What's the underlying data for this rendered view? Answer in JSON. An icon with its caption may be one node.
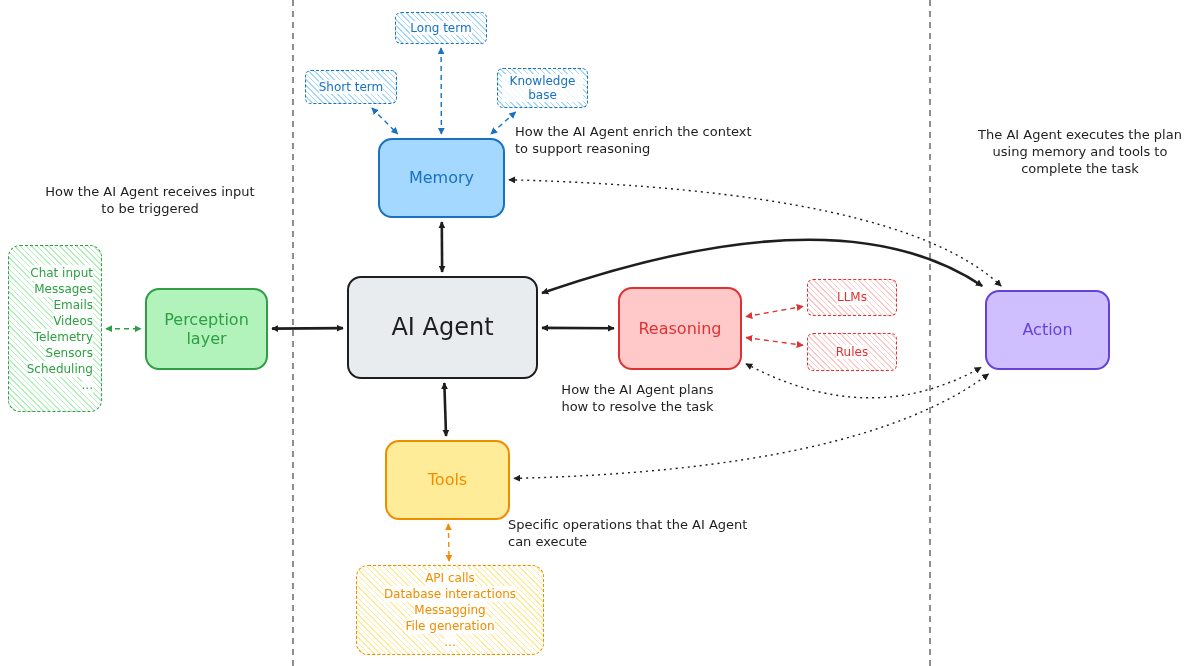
{
  "diagram": {
    "nodes": [
      {
        "text": [
          "Long term"
        ]
      },
      {
        "text": [
          "Short term"
        ]
      },
      {
        "text": [
          "Knowledge base"
        ]
      },
      {
        "text": [
          "Memory"
        ]
      },
      {
        "text": [
          "Chat input",
          "Messages",
          "Emails",
          "Videos",
          "Telemetry",
          "Sensors",
          "Scheduling",
          "..."
        ]
      },
      {
        "text": [
          "Perception layer"
        ]
      },
      {
        "text": [
          "AI Agent"
        ]
      },
      {
        "text": [
          "Reasoning"
        ]
      },
      {
        "text": [
          "LLMs"
        ]
      },
      {
        "text": [
          "Rules"
        ]
      },
      {
        "text": [
          "Action"
        ]
      },
      {
        "text": [
          "Tools"
        ]
      },
      {
        "text": [
          "API calls",
          "Database interactions",
          "Messagging",
          "File generation",
          "..."
        ]
      }
    ],
    "edges": [
      {
        "from": 0,
        "to": 3,
        "arrow": "both",
        "style": "dashed",
        "color": "#1971c2"
      },
      {
        "from": 1,
        "to": 3,
        "arrow": "both",
        "style": "dashed",
        "color": "#1971c2"
      },
      {
        "from": 2,
        "to": 3,
        "arrow": "both",
        "style": "dashed",
        "color": "#1971c2"
      },
      {
        "from": 3,
        "to": 6,
        "arrow": "both"
      },
      {
        "from": 4,
        "to": 5,
        "arrow": "both",
        "style": "dashed",
        "color": "#2f9e44"
      },
      {
        "from": 5,
        "to": 6,
        "arrow": "both"
      },
      {
        "from": 6,
        "to": 7,
        "arrow": "both"
      },
      {
        "from": 7,
        "to": 8,
        "arrow": "both",
        "style": "dashed",
        "color": "#e03131"
      },
      {
        "from": 7,
        "to": 9,
        "arrow": "both",
        "style": "dashed",
        "color": "#e03131"
      },
      {
        "from": 6,
        "to": 11,
        "arrow": "both"
      },
      {
        "from": 11,
        "to": 12,
        "arrow": "both",
        "style": "dashed",
        "color": "#f08c00"
      },
      {
        "from": 10,
        "to": 6,
        "arrow": "both"
      },
      {
        "from": 3,
        "to": 10,
        "arrow": "both",
        "style": "dashed"
      },
      {
        "from": 7,
        "to": 10,
        "arrow": "both",
        "style": "dashed"
      },
      {
        "from": 11,
        "to": 10,
        "arrow": "both",
        "style": "dashed"
      }
    ],
    "labels": [
      "How the AI Agent receives input to be triggered",
      "How the AI Agent enrich the context to support reasoning",
      "The AI Agent executes the plan using memory and tools to complete the task",
      "How the AI Agent plans how to resolve the task",
      "Specific operations that the AI Agent can execute"
    ]
  }
}
